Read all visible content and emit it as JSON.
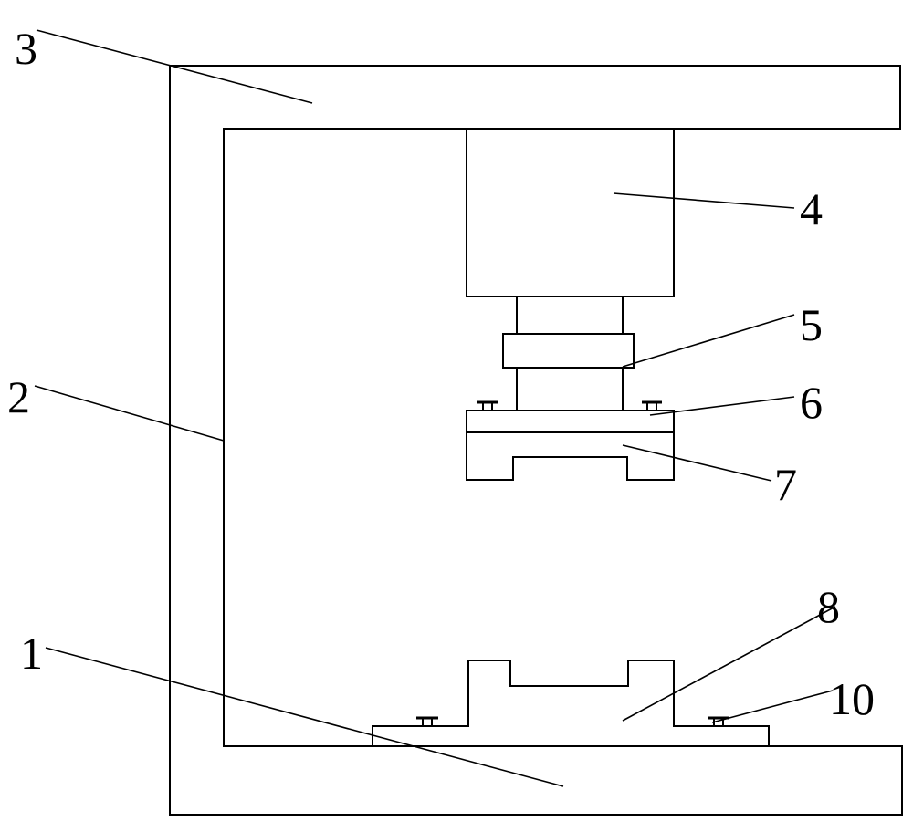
{
  "diagram": {
    "colors": {
      "line": "#000000",
      "background": "#ffffff"
    },
    "callouts": {
      "n1": "1",
      "n2": "2",
      "n3": "3",
      "n4": "4",
      "n5": "5",
      "n6": "6",
      "n7": "7",
      "n8": "8",
      "n10": "10"
    }
  }
}
